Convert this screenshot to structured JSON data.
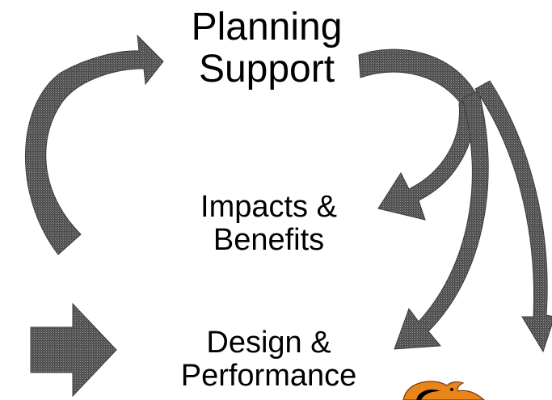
{
  "diagram": {
    "nodes": {
      "planning": {
        "line1": "Planning",
        "line2": "Support"
      },
      "impacts": {
        "line1": "Impacts &",
        "line2": "Benefits"
      },
      "design": {
        "line1": "Design &",
        "line2": "Performance"
      }
    },
    "arrow_color": "#5a5a5a",
    "logo_color": "#e8841a"
  }
}
